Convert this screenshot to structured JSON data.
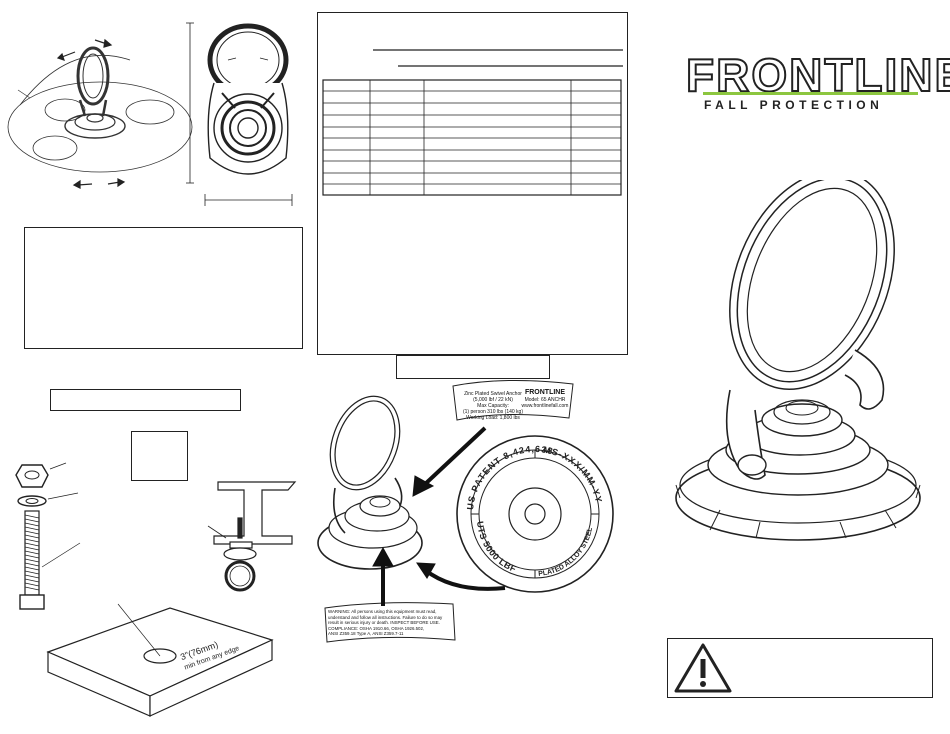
{
  "brand": {
    "name": "FRONTLINE",
    "tagline": "FALL PROTECTION",
    "accent_color": "#8cc63f"
  },
  "plate_label": {
    "lines": [
      "US PATENT 8,424,638",
      "MS-XXX/MM-YY",
      "UTS 5000 LBF",
      "PLATED ALLOY STEEL"
    ]
  },
  "product_tag": {
    "lines": [
      "Zinc Plated Swivel Anchor",
      "(5,000 lbf / 22 kN)",
      "Max Capacity:",
      "(1) person 310 lbs (140 kg)",
      "Working Load: 1,800 lbs"
    ],
    "brand": "FRONTLINE",
    "model_lines": [
      "Model: 65 ANCHR",
      "www.frontlinefall.com"
    ]
  },
  "warning_tag": {
    "lines": [
      "WARNING: All persons using this equipment must read,",
      "understand and follow all instructions. Failure to do so may",
      "result in serious injury or death. INSPECT BEFORE USE.",
      "COMPLIANCE: OSHA 1910.66, OSHA 1926.502,",
      "ANSI Z359.18 Type A, ANSI Z359.7-11"
    ]
  },
  "plate_dimension": {
    "value": "3\"(76mm)",
    "note": "min from any edge"
  },
  "icons": [
    "warning-icon"
  ]
}
